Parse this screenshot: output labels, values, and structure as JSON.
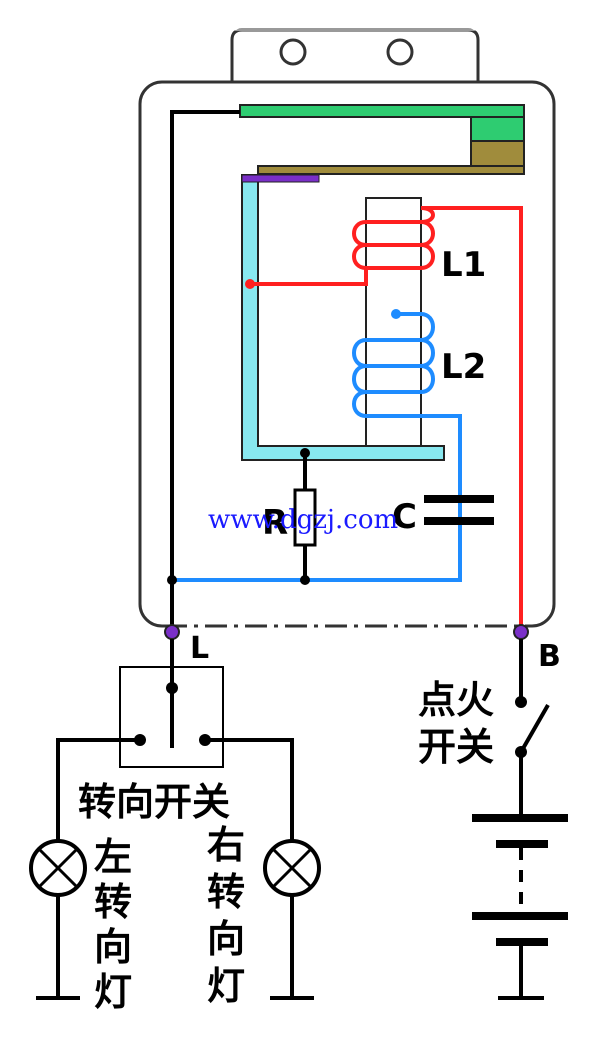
{
  "labels": {
    "L1": "L1",
    "L2": "L2",
    "R": "R",
    "C": "C",
    "terminal_L": "L",
    "terminal_B": "B",
    "watermark": "www.dgzj.com",
    "ignition_line1": "点火",
    "ignition_line2": "开关",
    "turn_switch": "转向开关",
    "left_lamp": [
      "左",
      "转",
      "向",
      "灯"
    ],
    "right_lamp": [
      "右",
      "转",
      "向",
      "灯"
    ]
  },
  "colors": {
    "frame_fill": "#ffffff",
    "core_cyan": "#88e8f0",
    "green_strip": "#2ecc71",
    "olive_block": "#a08c3c",
    "purple_contact": "#7a2fc8",
    "red_wire": "#ff2020",
    "blue_wire": "#1e8cff",
    "black_wire": "#000000",
    "watermark": "#1a1aff"
  }
}
